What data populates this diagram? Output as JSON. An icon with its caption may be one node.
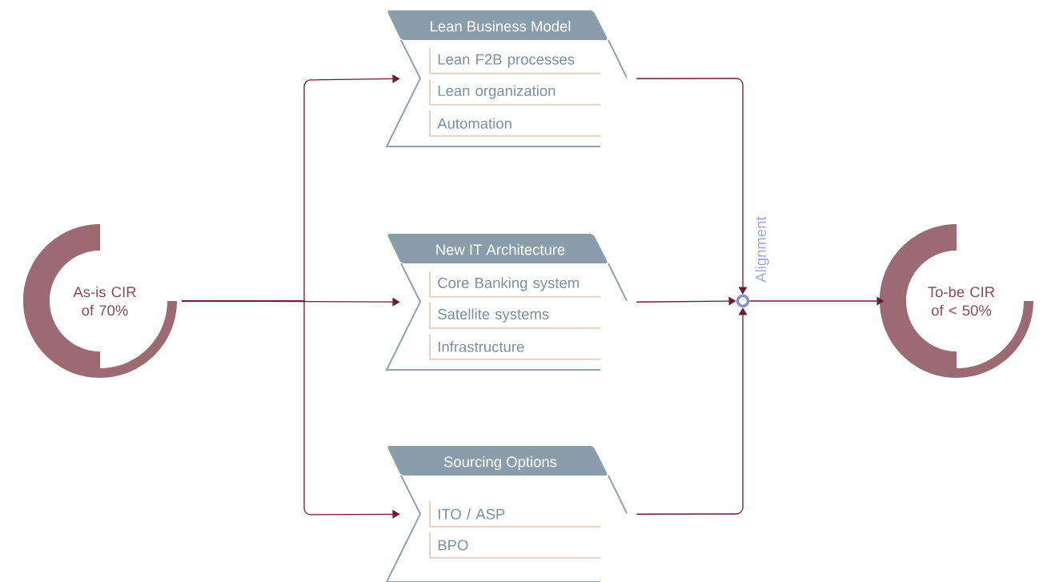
{
  "diagram": {
    "nodes": [
      {
        "text": [
          "As-is CIR of 70%"
        ]
      },
      {
        "text": [
          "Lean Business Model"
        ]
      },
      {
        "text": [
          "Lean F2B processes"
        ],
        "in": 1
      },
      {
        "text": [
          "Lean organization"
        ],
        "in": 1
      },
      {
        "text": [
          "Automation"
        ],
        "in": 1
      },
      {
        "text": [
          "New IT Architecture"
        ]
      },
      {
        "text": [
          "Core Banking system"
        ],
        "in": 5
      },
      {
        "text": [
          "Satellite systems"
        ],
        "in": 5
      },
      {
        "text": [
          "Infrastructure"
        ],
        "in": 5
      },
      {
        "text": [
          "Sourcing Options"
        ]
      },
      {
        "text": [
          "ITO / ASP"
        ],
        "in": 9
      },
      {
        "text": [
          "BPO"
        ],
        "in": 9
      },
      {
        "text": [],
        "shape": "circle",
        "beside": [
          "Alignment"
        ]
      },
      {
        "text": [
          "To-be CIR of < 50%"
        ]
      }
    ],
    "edges": [
      {
        "from": 0,
        "to": 1,
        "arrow": "to"
      },
      {
        "from": 0,
        "to": 5,
        "arrow": "to"
      },
      {
        "from": 0,
        "to": 9,
        "arrow": "to"
      },
      {
        "from": 1,
        "to": 12,
        "arrow": "to"
      },
      {
        "from": 5,
        "to": 12,
        "arrow": "to"
      },
      {
        "from": 9,
        "to": 12,
        "arrow": "to"
      },
      {
        "from": 12,
        "to": 13,
        "arrow": "to"
      }
    ]
  }
}
